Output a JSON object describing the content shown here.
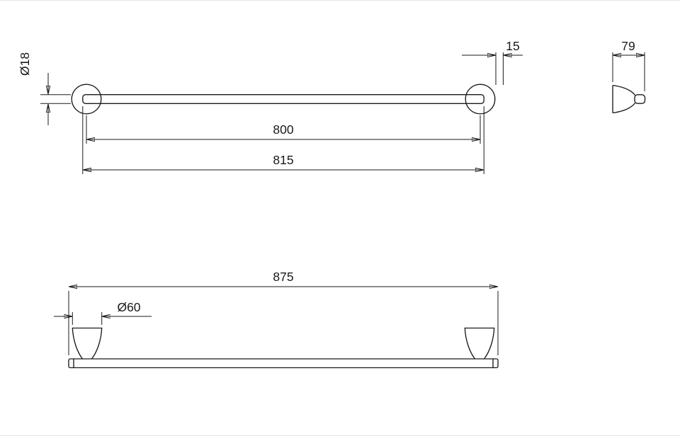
{
  "drawing": {
    "background": "#ffffff",
    "line_color": "#1a1a1a",
    "front_view": {
      "bar_diameter": "Ø18",
      "end_offset": "15",
      "center_distance": "800",
      "overall_length": "815"
    },
    "side_view": {
      "projection_depth": "79"
    },
    "plan_view": {
      "overall_length": "875",
      "base_diameter": "Ø60"
    }
  }
}
